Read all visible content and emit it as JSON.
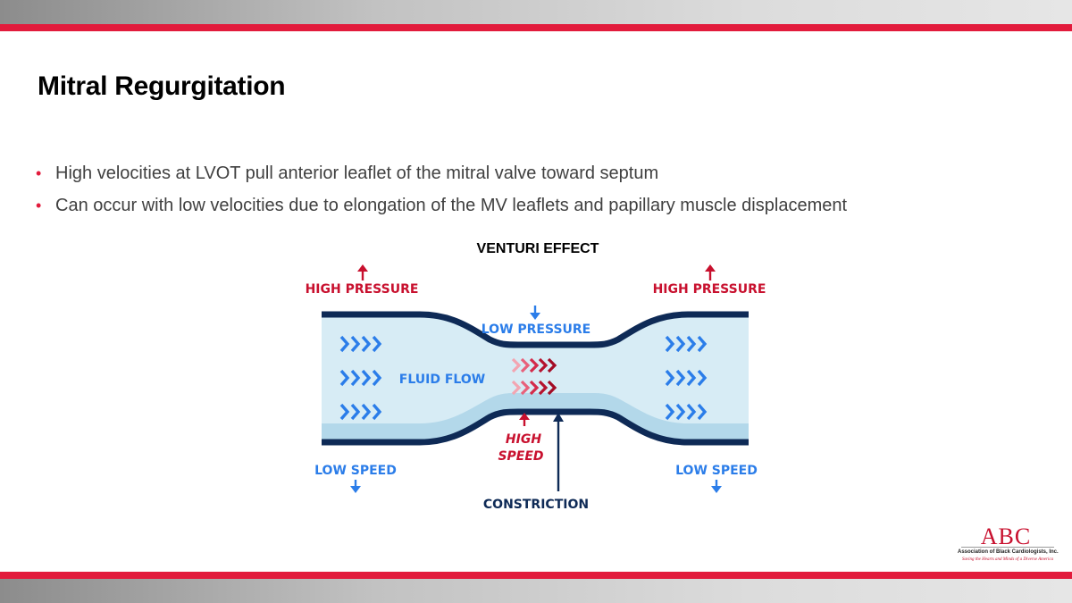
{
  "slide": {
    "title": "Mitral Regurgitation",
    "bullets": [
      "High velocities at LVOT pull anterior leaflet of the mitral valve toward septum",
      "Can occur with low velocities due to elongation of the MV leaflets and papillary muscle displacement"
    ]
  },
  "diagram": {
    "title": "VENTURI EFFECT",
    "high_pressure_left": "HIGH PRESSURE",
    "high_pressure_right": "HIGH PRESSURE",
    "low_pressure": "LOW PRESSURE",
    "fluid_flow": "FLUID FLOW",
    "high_speed_line1": "HIGH",
    "high_speed_line2": "SPEED",
    "low_speed_left": "LOW SPEED",
    "low_speed_right": "LOW SPEED",
    "constriction": "CONSTRICTION",
    "colors": {
      "red": "#c8102e",
      "blue": "#2b7de9",
      "navy": "#0e2a56",
      "fluid": "#d7ecf5",
      "fluid_dark": "#b3d8ea"
    }
  },
  "logo": {
    "abbr": "ABC",
    "name": "Association of Black Cardiologists, Inc.",
    "tagline": "Saving the Hearts and Minds of a Diverse America"
  },
  "colors": {
    "accent_red": "#e21b3c",
    "bullet_text": "#404040"
  }
}
